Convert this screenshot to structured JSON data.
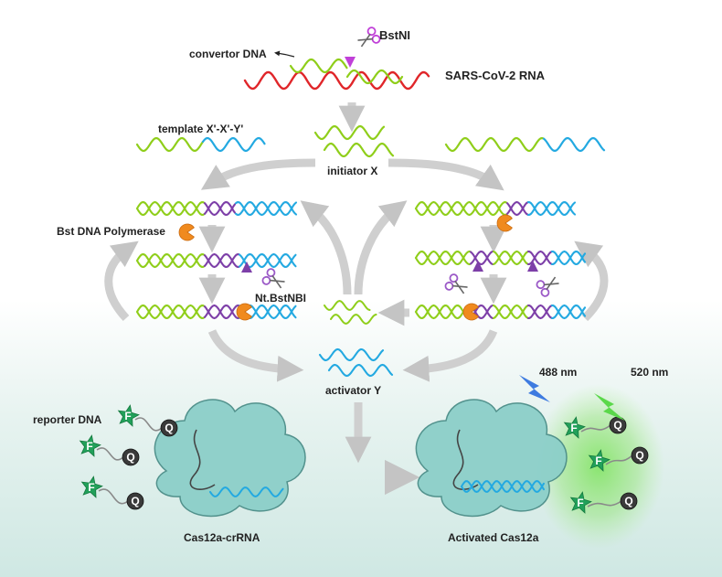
{
  "labels": {
    "bstni": "BstNI",
    "convertor_dna": "convertor DNA",
    "sars_rna": "SARS-CoV-2 RNA",
    "template": "template X'-X'-Y'",
    "initiator": "initiator X",
    "bst_polymerase": "Bst DNA Polymerase",
    "nt_bstnbi": "Nt.BstNBI",
    "activator": "activator Y",
    "reporter_dna": "reporter DNA",
    "cas12a_crrna": "Cas12a-crRNA",
    "activated_cas12a": "Activated Cas12a",
    "nm488": "488 nm",
    "nm520": "520 nm",
    "fluor_letter": "F",
    "quench_letter": "Q"
  },
  "colors": {
    "rna_red": "#e0262a",
    "dna_green": "#8fce1a",
    "dna_blue": "#23a9e1",
    "dna_purple": "#7d3fa8",
    "enzyme_orange": "#f08a1e",
    "scissor_purple": "#9b59c7",
    "bstni_magenta": "#c040d8",
    "arrow_grey": "#c8c8c8",
    "cas_teal": "#8ccfc9",
    "fluor_green": "#22a05a",
    "laser_blue": "#3e7be0",
    "laser_green": "#5ad84a",
    "quencher_dark": "#3a3a3a"
  },
  "icons": [
    "scissors-icon",
    "polymerase-icon",
    "nick-site-icon",
    "laser-bolt-icon",
    "fluorophore-star-icon",
    "quencher-icon",
    "cas12a-protein-icon"
  ]
}
